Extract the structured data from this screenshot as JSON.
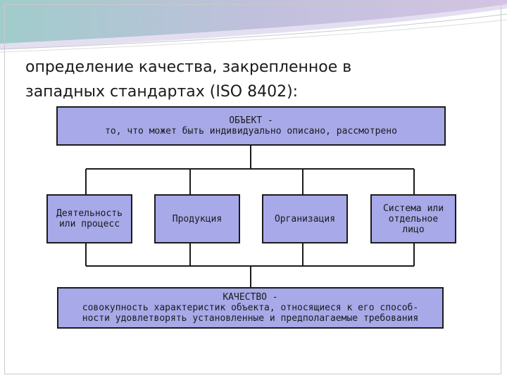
{
  "slide": {
    "heading_line1": "определение качества, закрепленное в",
    "heading_line2": "западных стандартах (ISO 8402):"
  },
  "diagram": {
    "object": {
      "title": "ОБЪЕКТ -",
      "definition": "то, что может быть индивидуально описано, рассмотрено"
    },
    "categories": [
      {
        "line1": "Деятельность",
        "line2": "или процесс",
        "line3": ""
      },
      {
        "line1": "Продукция",
        "line2": "",
        "line3": ""
      },
      {
        "line1": "Организация",
        "line2": "",
        "line3": ""
      },
      {
        "line1": "Система или",
        "line2": "отдельное",
        "line3": "лицо"
      }
    ],
    "quality": {
      "title": "КАЧЕСТВО -",
      "line1": "совокупность характеристик объекта, относящиеся к его способ-",
      "line2": "ности удовлетворять установленные и предполагаемые требования"
    }
  },
  "colors": {
    "box_fill": "#a7a9e8",
    "box_border": "#1b1b1b",
    "band_purple": "#b9a9d8",
    "band_teal": "#8fc3c2"
  }
}
